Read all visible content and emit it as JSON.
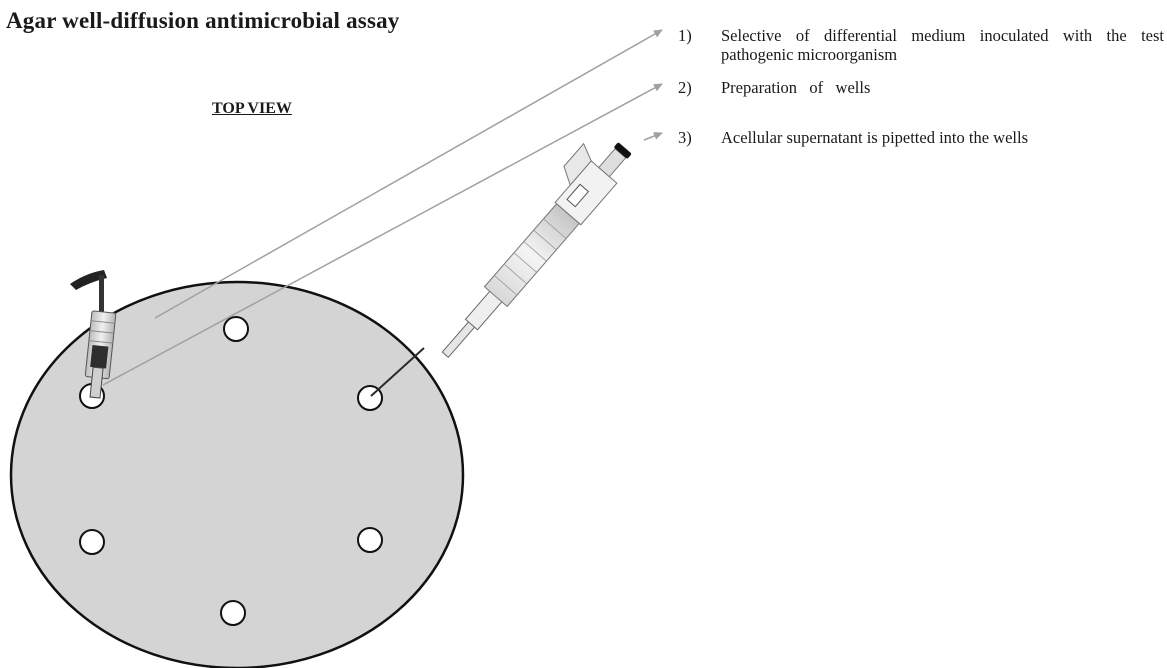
{
  "title": "Agar well-diffusion antimicrobial assay",
  "view_label": "TOP VIEW",
  "steps": [
    {
      "number": "1)",
      "text": "Selective of differential medium inoculated with the test pathogenic microorganism"
    },
    {
      "number": "2)",
      "text": "Preparation   of   wells"
    },
    {
      "number": "3)",
      "text": "Acellular supernatant is pipetted into the wells"
    }
  ],
  "plate": {
    "fill_color": "#d4d4d4",
    "well_count": 6
  },
  "tools": [
    "well-punch-icon",
    "micropipette-icon"
  ],
  "colors": {
    "arrow": "#a0a0a0",
    "outline": "#111111"
  }
}
